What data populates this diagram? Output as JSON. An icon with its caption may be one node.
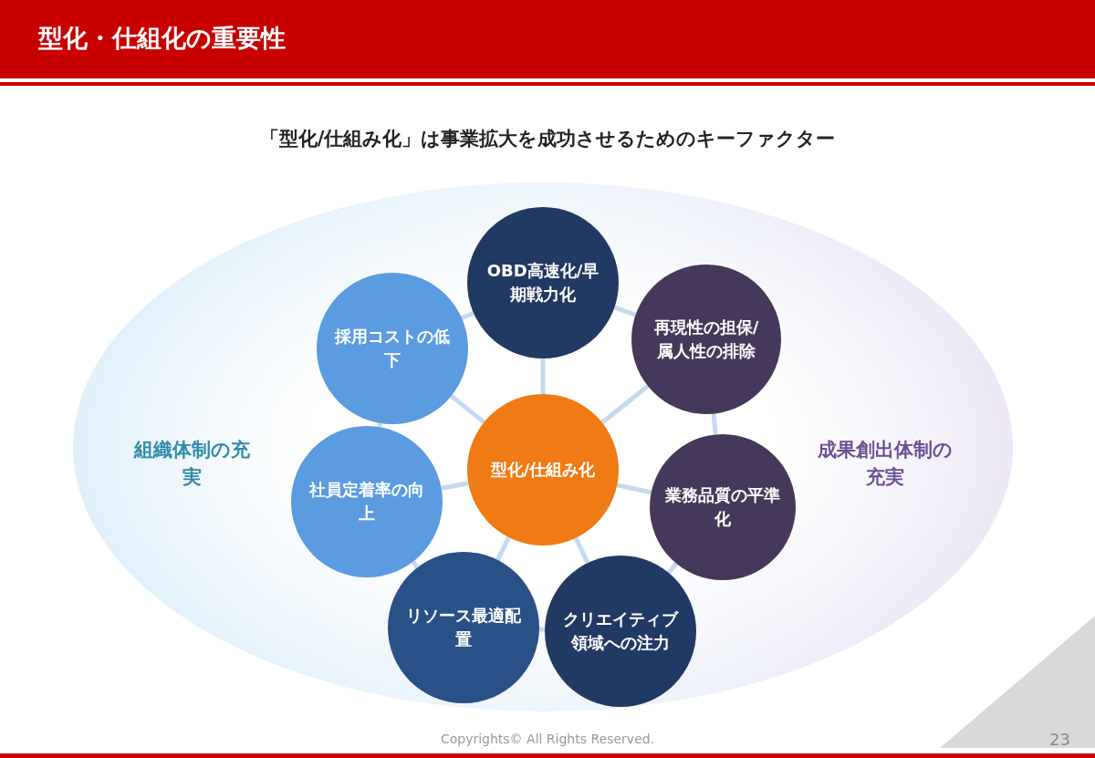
{
  "diagram": {
    "title": "型化・仕組化の重要性",
    "nodes": [
      {
        "text": [
          "OBD高速化/早期戦力化"
        ]
      },
      {
        "text": [
          "採用コストの低下"
        ]
      },
      {
        "text": [
          "再現性の担保/属人性の排除"
        ]
      },
      {
        "text": [
          "型化/仕組み化"
        ]
      },
      {
        "text": [
          "社員定着率の向上"
        ]
      },
      {
        "text": [
          "業務品質の平準化"
        ]
      },
      {
        "text": [
          "リソース最適配置"
        ]
      },
      {
        "text": [
          "クリエイティブ領域への注力"
        ]
      }
    ],
    "edges": [
      {
        "from": 3,
        "to": 0,
        "arrow": "none"
      },
      {
        "from": 3,
        "to": 2,
        "arrow": "none"
      },
      {
        "from": 3,
        "to": 5,
        "arrow": "none"
      },
      {
        "from": 3,
        "to": 7,
        "arrow": "none"
      },
      {
        "from": 3,
        "to": 6,
        "arrow": "none"
      },
      {
        "from": 3,
        "to": 4,
        "arrow": "none"
      },
      {
        "from": 3,
        "to": 1,
        "arrow": "none"
      },
      {
        "from": 0,
        "to": 2,
        "arrow": "none"
      },
      {
        "from": 2,
        "to": 5,
        "arrow": "none"
      },
      {
        "from": 5,
        "to": 7,
        "arrow": "none"
      },
      {
        "from": 7,
        "to": 6,
        "arrow": "none"
      },
      {
        "from": 6,
        "to": 4,
        "arrow": "none"
      },
      {
        "from": 4,
        "to": 1,
        "arrow": "none"
      },
      {
        "from": 1,
        "to": 0,
        "arrow": "none"
      }
    ],
    "labels": [
      "「型化/仕組み化」は事業拡大を成功させるためのキーファクター",
      "組織体制の充実",
      "成果創出体制の充実",
      "Copyrights© All Rights Reserved.",
      "23"
    ]
  }
}
